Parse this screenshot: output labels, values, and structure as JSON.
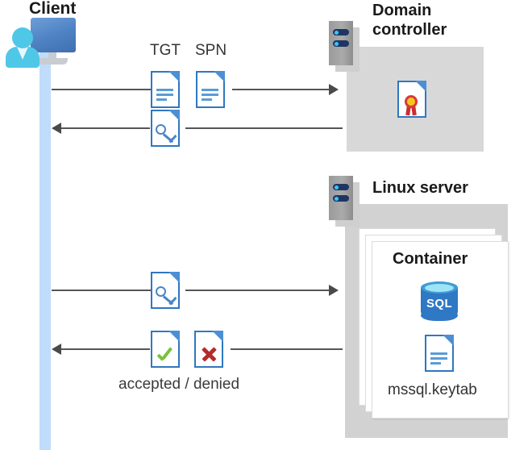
{
  "diagram": {
    "title_client": "Client",
    "title_domain_controller": "Domain\ncontroller",
    "title_domain_controller_line1": "Domain",
    "title_domain_controller_line2": "controller",
    "title_linux_server": "Linux server",
    "title_container": "Container",
    "label_tgt": "TGT",
    "label_spn": "SPN",
    "label_keytab": "mssql.keytab",
    "label_accepted_denied": "accepted / denied",
    "sql_badge": "SQL"
  },
  "icons": {
    "client": "client-workstation-icon",
    "server_rack": "server-rack-icon",
    "document_tgt": "document-icon",
    "document_spn": "document-icon",
    "document_key": "key-document-icon",
    "document_certificate": "certificate-document-icon",
    "document_accepted": "check-document-icon",
    "document_denied": "cross-document-icon",
    "document_keytab": "document-icon",
    "database": "sql-database-icon"
  },
  "arrows": [
    {
      "name": "client-to-dc-request",
      "direction": "right",
      "label": "TGT SPN"
    },
    {
      "name": "dc-to-client-ticket",
      "direction": "left",
      "label": "key"
    },
    {
      "name": "client-to-linux-request",
      "direction": "right",
      "label": "key"
    },
    {
      "name": "linux-to-client-response",
      "direction": "left",
      "label": "accepted / denied"
    }
  ],
  "colors": {
    "lifeline": "#bfdcfa",
    "panel_gray": "#d8d8d8",
    "panel_gray_linux": "#d2d2d2",
    "doc_blue": "#2f77c0",
    "accent_blue": "#2f78c4",
    "accepted_green": "#79c142",
    "denied_red": "#b52b2b",
    "arrow_gray": "#565656",
    "seal_yellow": "#f6c620",
    "seal_red": "#d93a3a"
  }
}
